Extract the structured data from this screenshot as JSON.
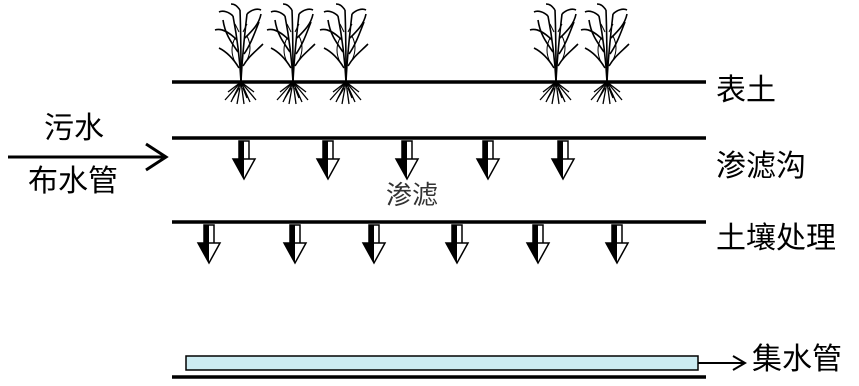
{
  "labels": {
    "inflow_top": "污水",
    "inflow_bottom": "布水管",
    "topsoil": "表土",
    "seepage_trench": "渗滤沟",
    "seepage": "渗滤",
    "soil_treatment": "土壤处理",
    "collection_pipe": "集水管"
  },
  "colors": {
    "line": "#000000",
    "pipe_fill": "#ccecf2",
    "arrow_fill": "#000000"
  },
  "icons": {
    "plant": "reed-plant-icon",
    "seepage_arrow": "down-arrow-icon",
    "flow_arrow": "right-arrow-icon"
  }
}
